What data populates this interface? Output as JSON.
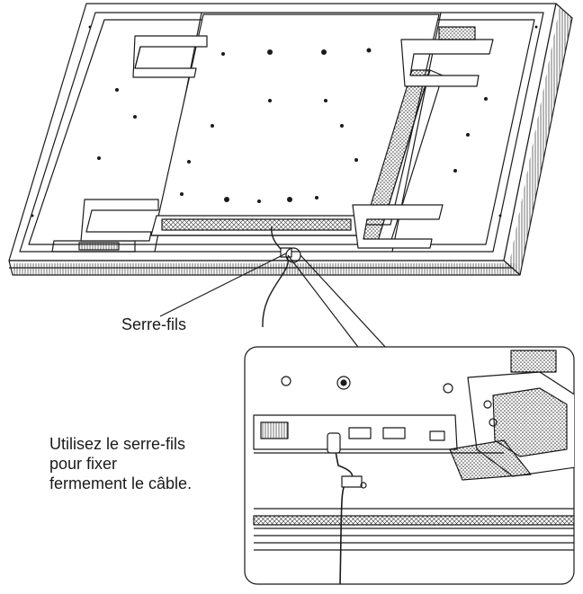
{
  "labels": {
    "cable_clamp": "Serre-fils",
    "instruction_lines": [
      "Utilisez le serre-fils",
      "pour fixer",
      "fermement le câble."
    ]
  },
  "colors": {
    "line": "#1a1a1a",
    "background": "#ffffff",
    "hatch": "#555555"
  }
}
